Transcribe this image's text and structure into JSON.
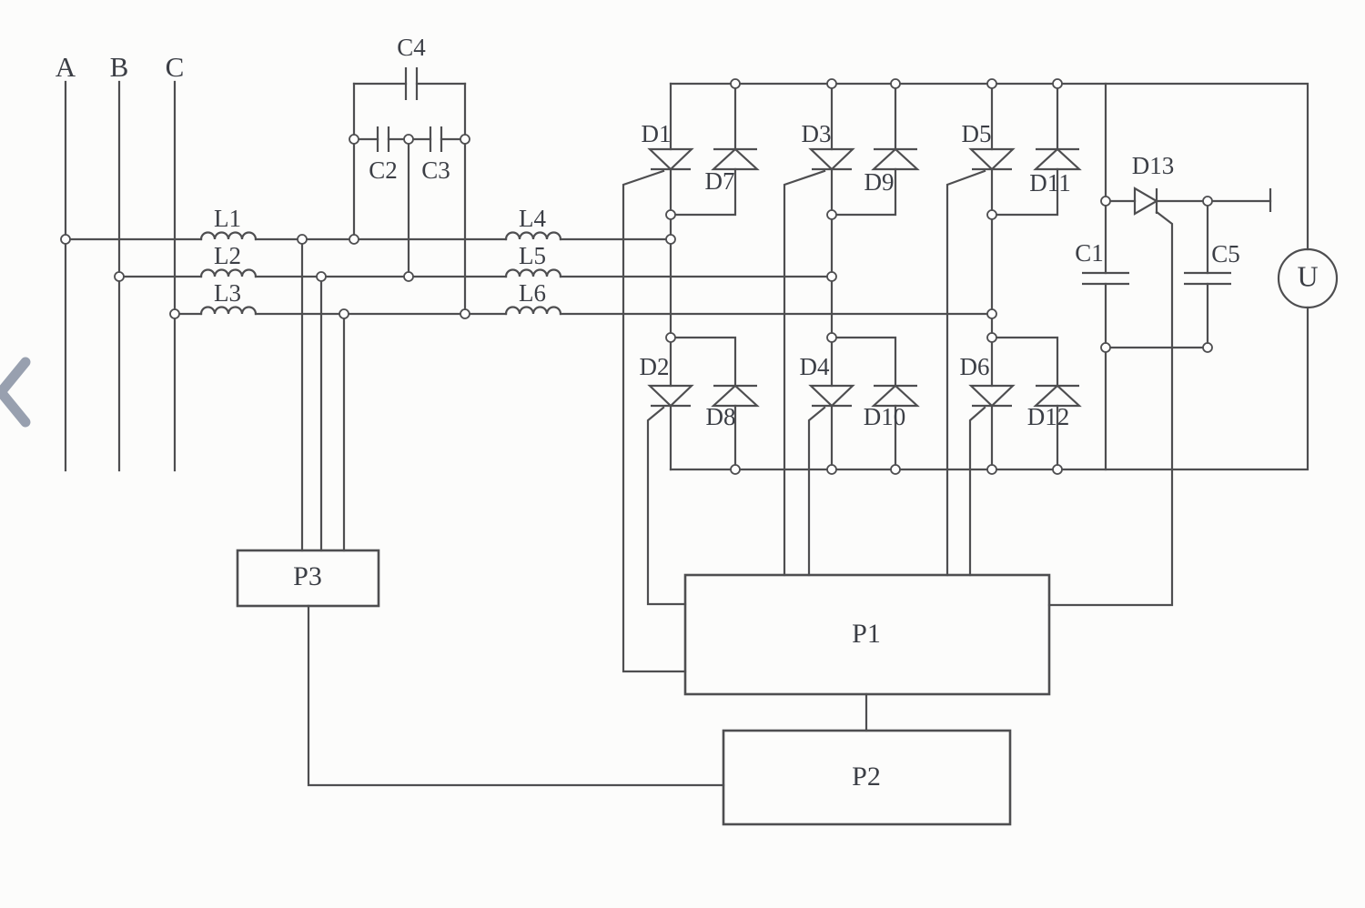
{
  "diagram": {
    "type": "power-electronics-circuit-schematic",
    "colors": {
      "background": "#fcfcfb",
      "wire": "#4e4e50",
      "label": "#3b3e45",
      "chevron": "#98a0af"
    },
    "labels": {
      "A": "A",
      "B": "B",
      "C": "C",
      "L1": "L1",
      "L2": "L2",
      "L3": "L3",
      "L4": "L4",
      "L5": "L5",
      "L6": "L6",
      "C1": "C1",
      "C2": "C2",
      "C3": "C3",
      "C4": "C4",
      "C5": "C5",
      "D1": "D1",
      "D2": "D2",
      "D3": "D3",
      "D4": "D4",
      "D5": "D5",
      "D6": "D6",
      "D7": "D7",
      "D8": "D8",
      "D9": "D9",
      "D10": "D10",
      "D11": "D11",
      "D12": "D12",
      "D13": "D13",
      "P1": "P1",
      "P2": "P2",
      "P3": "P3",
      "U": "U"
    },
    "viewer": {
      "back_chevron_icon": "chevron-left"
    }
  }
}
